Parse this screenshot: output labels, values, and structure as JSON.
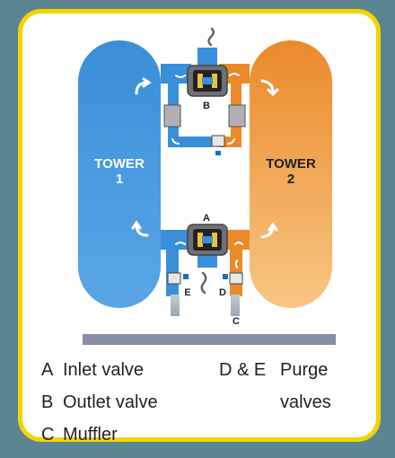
{
  "towers": {
    "left": {
      "line1": "TOWER",
      "line2": "1",
      "color": "#3a8fd8"
    },
    "right": {
      "line1": "TOWER",
      "line2": "2",
      "color_top": "#ea8a2a",
      "color_bottom": "#f7c27c"
    }
  },
  "valve_labels": {
    "A": "A",
    "B": "B",
    "C": "C",
    "D": "D",
    "E": "E"
  },
  "legend": {
    "a_key": "A",
    "a_text": "Inlet valve",
    "b_key": "B",
    "b_text": "Outlet valve",
    "c_key": "C",
    "c_text": "Muffler",
    "de_key": "D & E",
    "de_text_1": "Purge",
    "de_text_2": "valves"
  },
  "colors": {
    "frame": "#f3d400",
    "background": "#5b8590",
    "base": "#8a8ca8",
    "pipe_gray": "#b9c3cc"
  }
}
